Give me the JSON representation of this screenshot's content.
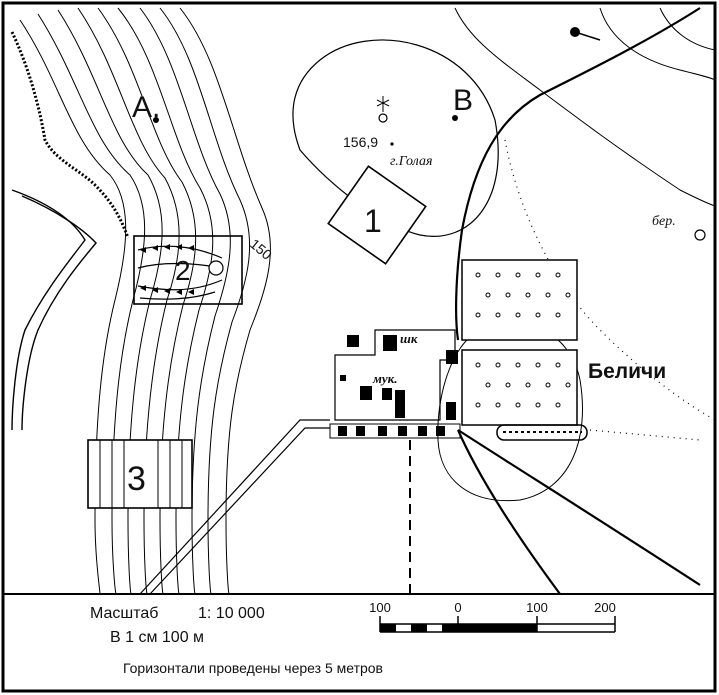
{
  "map": {
    "point_a": "A.",
    "point_b": "B",
    "height_value": "156,9",
    "hill_name": "г.Голая",
    "contour_label": "150",
    "area_1": "1",
    "area_2": "2",
    "area_3": "3",
    "village": "Беличи",
    "shk_label": "шк",
    "muk_label": "мук.",
    "ber_label": "бер."
  },
  "legend": {
    "scale_title": "Масштаб",
    "scale_ratio": "1: 10 000",
    "scale_text": "В 1 см 100 м",
    "contour_note": "Горизонтали проведены через 5 метров",
    "bar_ticks": [
      "100",
      "0",
      "100",
      "200"
    ]
  }
}
